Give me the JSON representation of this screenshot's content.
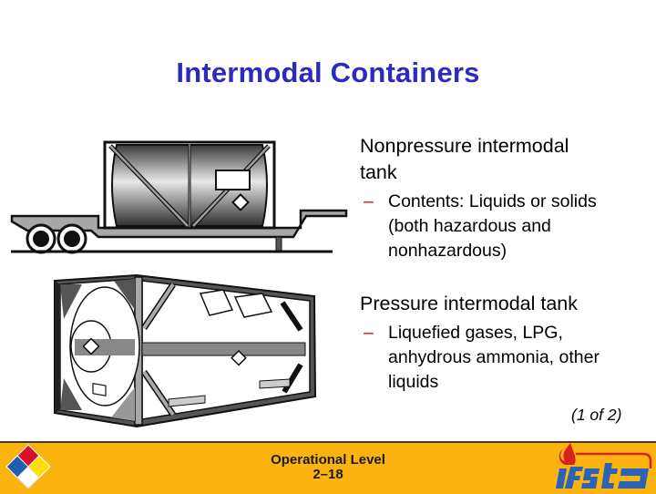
{
  "slide": {
    "title": "Intermodal Containers",
    "sections": [
      {
        "heading_line1": "Nonpressure intermodal",
        "heading_line2": "tank",
        "sub_dash": "–",
        "sub_lines": [
          "Contents: Liquids or solids",
          "(both hazardous and",
          "nonhazardous)"
        ]
      },
      {
        "heading_line1": "Pressure intermodal tank",
        "sub_dash": "–",
        "sub_lines": [
          "Liquefied gases, LPG,",
          "anhydrous ammonia, other",
          "liquids"
        ]
      }
    ],
    "page_indicator": "(1 of 2)"
  },
  "illustrations": {
    "top": "nonpressure-tank-on-trailer",
    "bottom": "pressure-tank-in-frame"
  },
  "footer": {
    "line1": "Operational Level",
    "line2": "2–18",
    "left_logo": "hazmat-diamond-icon",
    "right_logo": "ifsta-logo",
    "background": "#fbb40f"
  },
  "colors": {
    "title": "#2b2bbf",
    "dash": "#e00000",
    "diamond_red": "#d8102c",
    "diamond_blue": "#1f5fb0",
    "diamond_yellow": "#ffe000",
    "logo_blue": "#2a63b8",
    "logo_red": "#d8201c"
  }
}
